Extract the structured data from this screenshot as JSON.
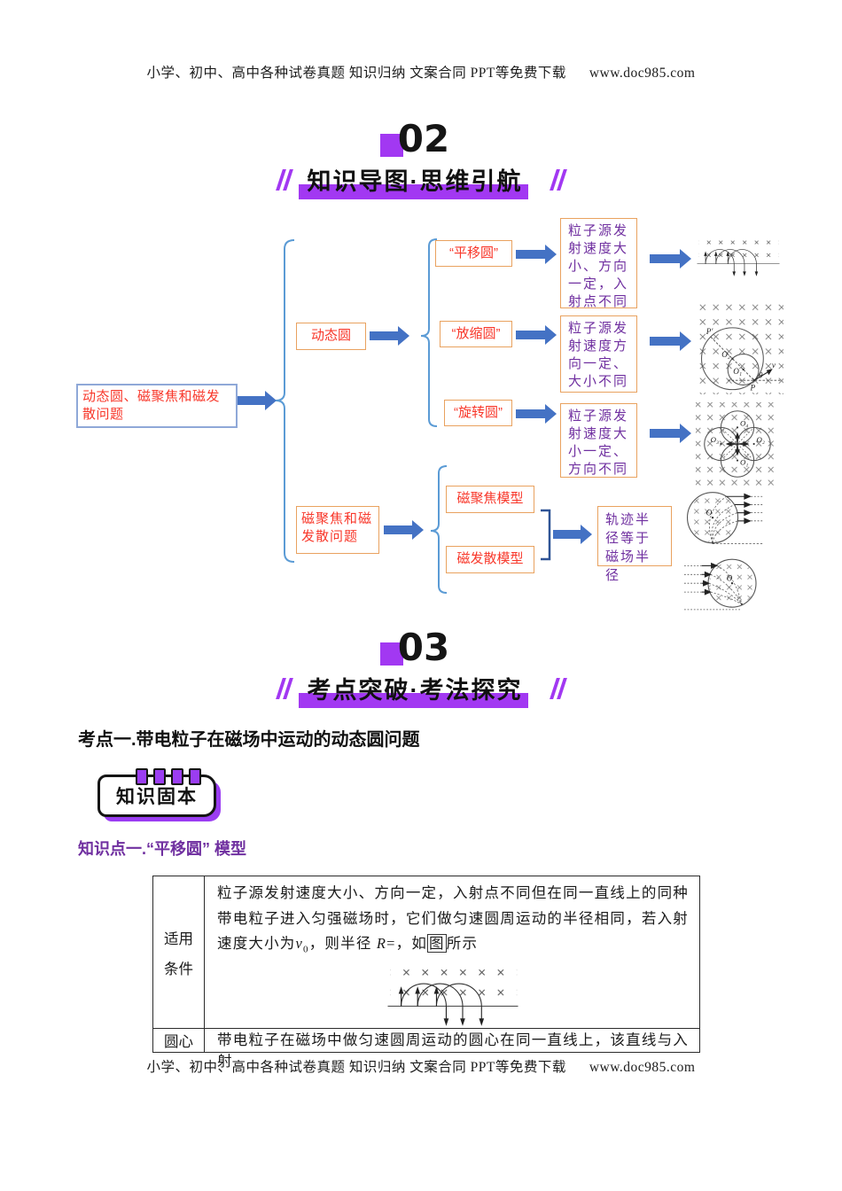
{
  "header": {
    "text": "小学、初中、高中各种试卷真题 知识归纳 文案合同 PPT等免费下载",
    "url": "www.doc985.com"
  },
  "footer": {
    "text": "小学、初中、高中各种试卷真题 知识归纳 文案合同 PPT等免费下载",
    "url": "www.doc985.com"
  },
  "section2": {
    "number": "02",
    "title": "知识导图·思维引航"
  },
  "section3": {
    "number": "03",
    "title": "考点突破·考法探究"
  },
  "mindmap": {
    "root": "动态圆、磁聚焦和磁发散问题",
    "branch_dynamic": "动态圆",
    "branch_focus": "磁聚焦和磁发散问题",
    "sub_translate": "“平移圆”",
    "sub_scale": "“放缩圆”",
    "sub_rotate": "“旋转圆”",
    "desc_translate": "粒子源发射速度大小、方向一定，入射点不同",
    "desc_scale": "粒子源发射速度方向一定、大小不同",
    "desc_rotate": "粒子源发射速度大小一定、方向不同",
    "model_focus": "磁聚焦模型",
    "model_diverge": "磁发散模型",
    "result": "轨迹半径等于磁场半径",
    "figures": {
      "scale": {
        "p_prime": "P′",
        "o2": "O₂",
        "o1": "O₁",
        "theta": "θ",
        "v": "v",
        "p": "P"
      },
      "rotate": {
        "o1": "O₁",
        "o2": "O₂",
        "o3": "O₃",
        "o4": "O₄"
      },
      "focus": {
        "o": "O"
      },
      "diverge": {
        "o": "O"
      }
    }
  },
  "exam": {
    "heading": "考点一.带电粒子在磁场中运动的动态圆问题",
    "badge": "知识固本",
    "point_title": "知识点一.“平移圆” 模型"
  },
  "table": {
    "row1_label_1": "适用",
    "row1_label_2": "条件",
    "row1_text_1": "粒子源发射速度大小、方向一定，入射点不同但在同一直线上的同种带电粒子进入匀强磁场时，它们做匀速圆周运动的半径相同，若入射速度大小为",
    "row1_v": "v",
    "row1_v_sub": "0",
    "row1_text_2": "，则半径 ",
    "row1_R": "R",
    "row1_text_3": "=，如",
    "row1_text_boxed": "图",
    "row1_text_4": "所示",
    "row2_label": "圆心",
    "row2_text": "带电粒子在磁场中做匀速圆周运动的圆心在同一直线上，该直线与入射"
  },
  "colors": {
    "accent_purple": "#a238f2",
    "text_purple": "#7030a0",
    "text_red": "#f8372a",
    "arrow_blue": "#4472c4",
    "brace_blue": "#5b9bd5",
    "border_orange": "#e9a25f"
  }
}
